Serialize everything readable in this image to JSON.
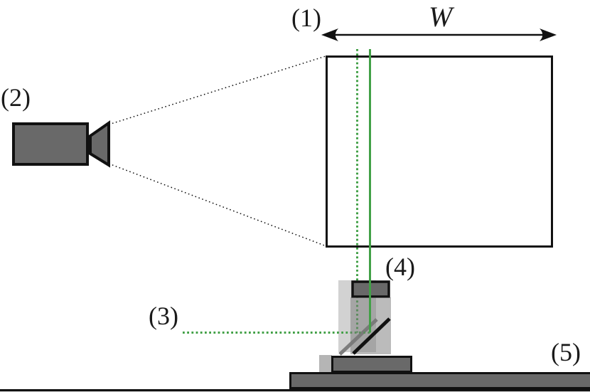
{
  "diagram": {
    "labels": {
      "screen": "(1)",
      "camera": "(2)",
      "laser": "(3)",
      "mirror_assembly": "(4)",
      "optical_table": "(5)",
      "width_dimension": "W"
    },
    "colors": {
      "laser_green": "#42a047",
      "dark_gray": "#696969",
      "shadow_light_gray": "#d2d2d2",
      "mount_shadow_gray": "#b5b5b5",
      "mirror_gray": "#7d7d7d",
      "housing_translucent_gray": "#787878",
      "outline_black": "#111111"
    }
  }
}
